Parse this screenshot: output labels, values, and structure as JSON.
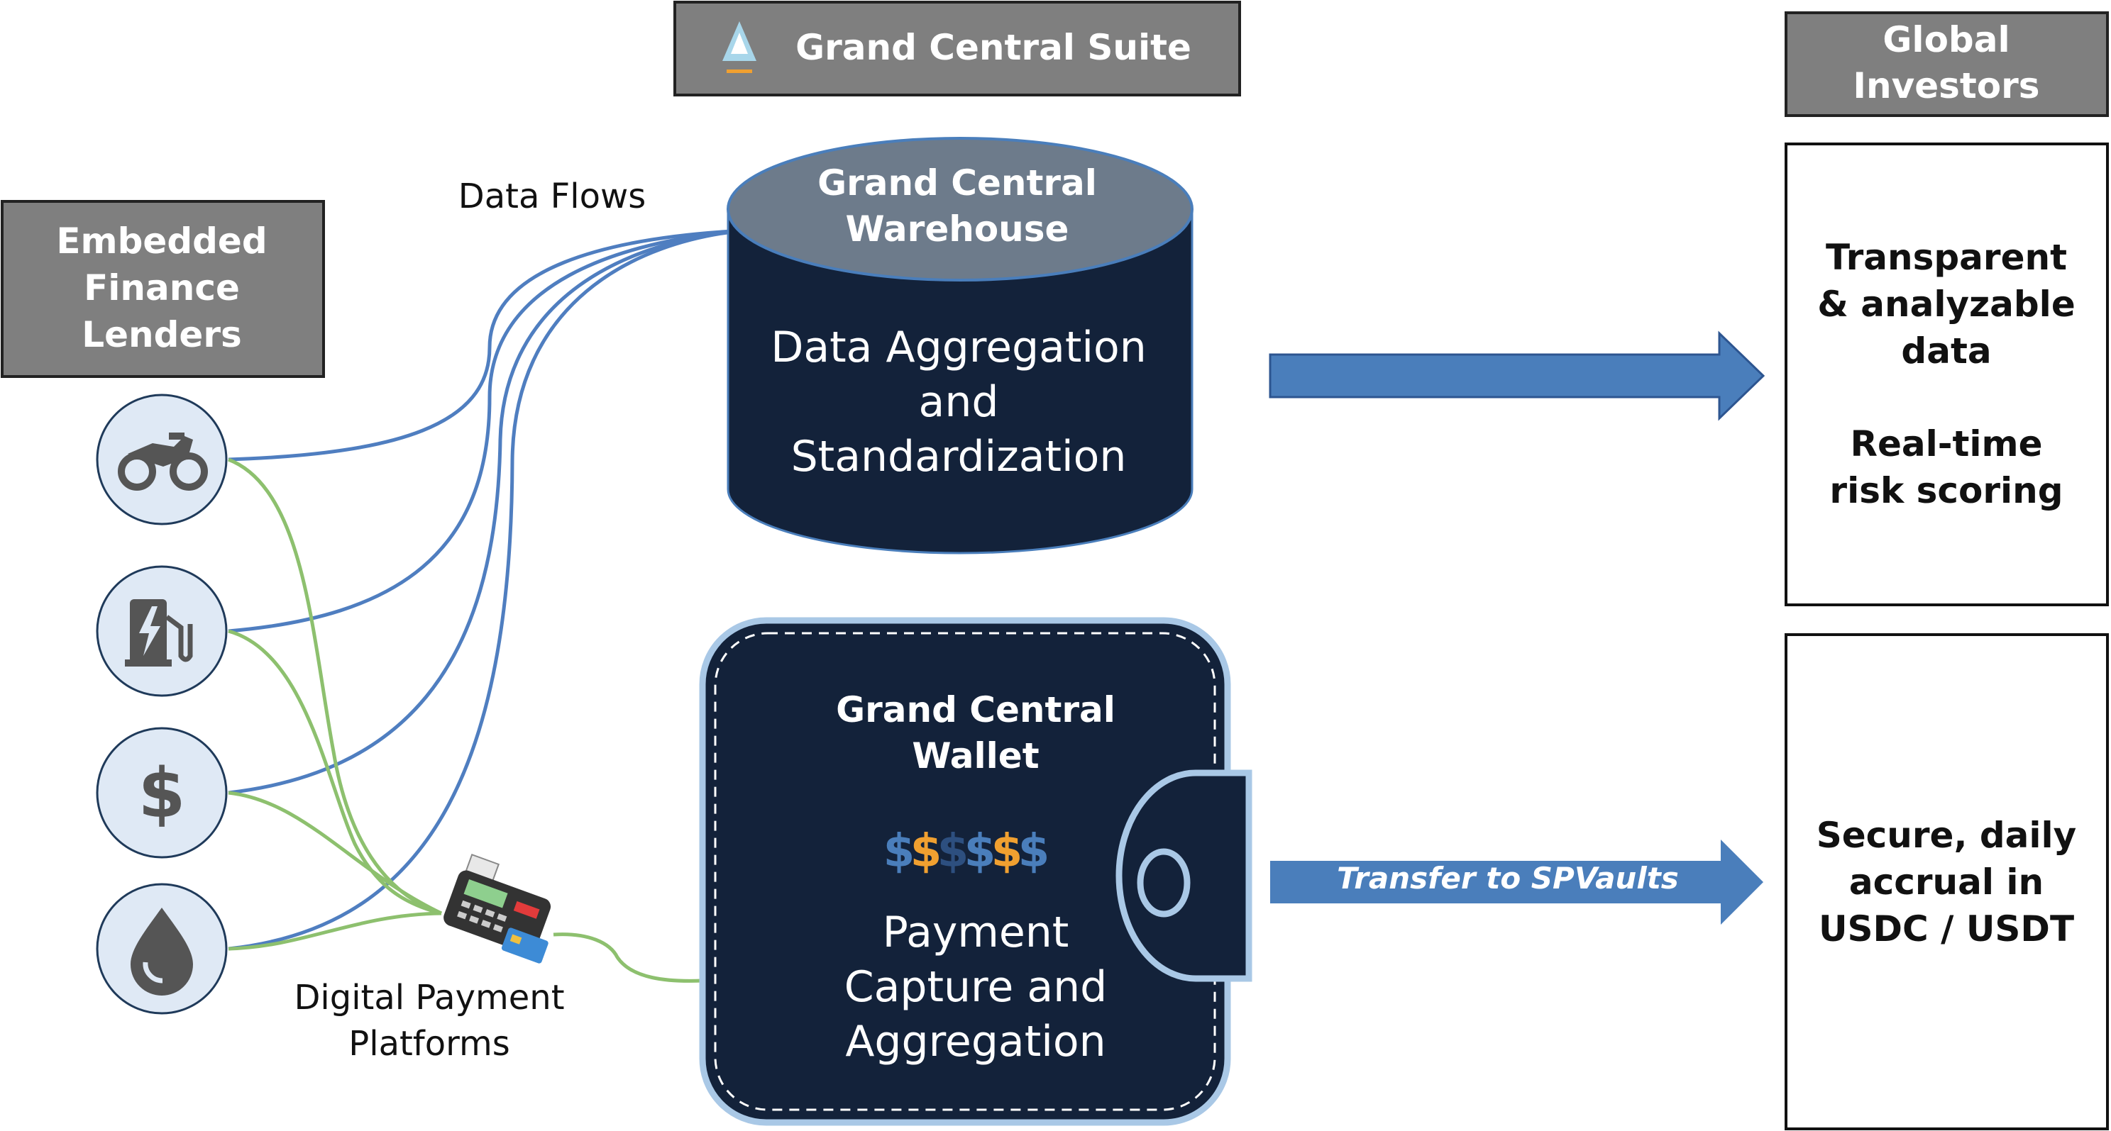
{
  "header": {
    "suite_title": "Grand Central Suite",
    "investors_line1": "Global",
    "investors_line2": "Investors"
  },
  "lenders": {
    "title_line1": "Embedded",
    "title_line2": "Finance",
    "title_line3": "Lenders",
    "icons": [
      "motorcycle-icon",
      "ev-charger-icon",
      "dollar-icon",
      "water-drop-icon"
    ]
  },
  "labels": {
    "data_flows": "Data Flows",
    "digital_payment_line1": "Digital Payment",
    "digital_payment_line2": "Platforms"
  },
  "warehouse": {
    "title_line1": "Grand Central",
    "title_line2": "Warehouse",
    "body_line1": "Data Aggregation",
    "body_line2": "and",
    "body_line3": "Standardization"
  },
  "wallet": {
    "title_line1": "Grand Central",
    "title_line2": "Wallet",
    "dollar_signs": [
      "$",
      "$",
      "$",
      "$",
      "$",
      "$"
    ],
    "body_line1": "Payment",
    "body_line2": "Capture and",
    "body_line3": "Aggregation"
  },
  "arrows": {
    "transfer_label": "Transfer to SPVaults"
  },
  "investor_boxes": {
    "top_line1": "Transparent",
    "top_line2": "& analyzable",
    "top_line3": "data",
    "top_line4": "Real-time",
    "top_line5": "risk scoring",
    "bottom_line1": "Secure, daily",
    "bottom_line2": "accrual in",
    "bottom_line3": "USDC / USDT"
  },
  "colors": {
    "gray_box": "#7f7f7f",
    "navy": "#13223a",
    "blue": "#4a7ebb",
    "blue_line": "#4f7ec0",
    "green_line": "#8dc06e",
    "icon_circle": "#dfe9f5",
    "orange": "#f0a030",
    "wallet_border": "#a9c8e6"
  }
}
